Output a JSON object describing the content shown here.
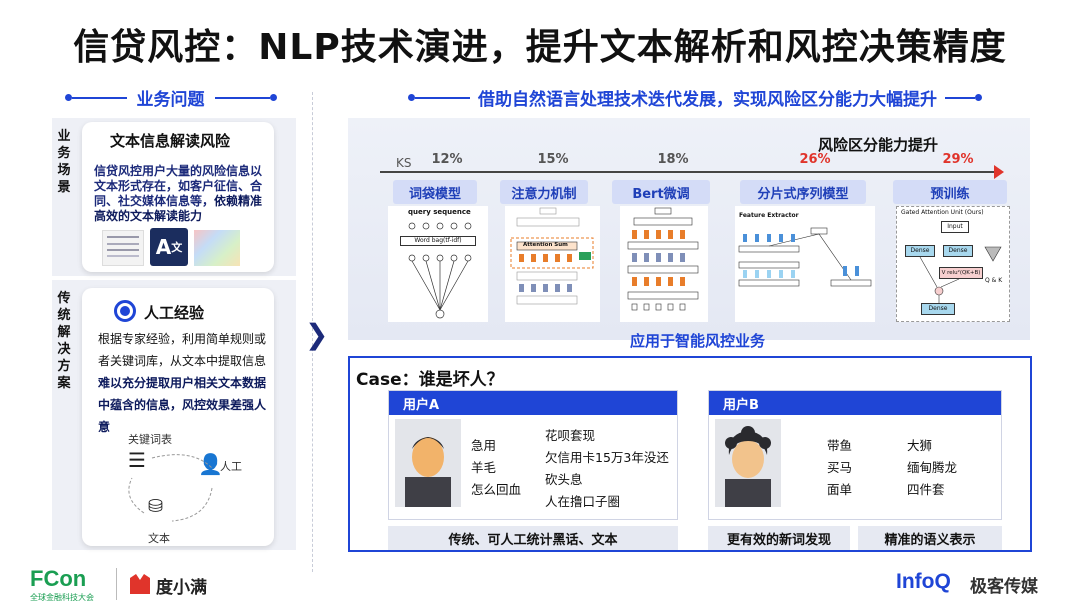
{
  "title": "信贷风控：NLP技术演进，提升文本解析和风控决策精度",
  "left_header": "业务问题",
  "right_header": "借助自然语言处理技术迭代发展，实现风险区分能力大幅提升",
  "scene": {
    "vlabel": [
      "业",
      "务",
      "场",
      "景"
    ],
    "card_title": "文本信息解读风险",
    "desc_normal": "信贷风控用户大量的风险信息以文本形式存在，如客户征信、合同、社交媒体信息等，",
    "desc_bold": "依赖精准高效的文本解读能力"
  },
  "solution": {
    "vlabel": [
      "传",
      "统",
      "解",
      "决",
      "方",
      "案"
    ],
    "card_title": "人工经验",
    "desc_normal": "根据专家经验，利用简单规则或者关键词库，从文本中提取信息",
    "desc_bold": "难以充分提取用户相关文本数据中蕴含的信息，风控效果差强人意",
    "cycle": {
      "top": "关键词表",
      "right": "人工",
      "bottom": "文本"
    }
  },
  "evolution": {
    "heading": "风险区分能力提升",
    "axis_label": "KS",
    "ks": [
      "12%",
      "15%",
      "18%",
      "26%",
      "29%"
    ],
    "stages": [
      "词袋模型",
      "注意力机制",
      "Bert微调",
      "分片式序列模型",
      "预训练"
    ],
    "diagram_texts": {
      "bow_title": "query sequence",
      "bow_box": "Word bag(tf-idf)",
      "attn_box": "Attention Sum",
      "feature": "Feature Extractor",
      "gated_title": "Gated Attention Unit (Ours)",
      "input": "Input",
      "dense": "Dense",
      "formula": "V relu²(QK+B)",
      "qk": "Q & K"
    },
    "apply": "应用于智能风控业务"
  },
  "case": {
    "title": "Case：谁是坏人？",
    "userA": {
      "label": "用户A",
      "col1": [
        "急用",
        "羊毛",
        "怎么回血"
      ],
      "col2": [
        "花呗套现",
        "欠信用卡15万3年没还",
        "砍头息",
        "人在撸口子圈"
      ],
      "footer": "传统、可人工统计黑话、文本"
    },
    "userB": {
      "label": "用户B",
      "col1": [
        "带鱼",
        "买马",
        "面单"
      ],
      "col2": [
        "大狮",
        "缅甸腾龙",
        "四件套"
      ],
      "footer1": "更有效的新词发现",
      "footer2": "精准的语义表示"
    }
  },
  "logos": {
    "fcon": "FCon",
    "fcon_sub": "全球金融科技大会",
    "duxiaoman": "度小满",
    "infoq": "InfoQ",
    "jike": "极客传媒"
  },
  "colors": {
    "accent": "#1f45d6",
    "red": "#e0342b",
    "panel": "#eef0f6"
  }
}
